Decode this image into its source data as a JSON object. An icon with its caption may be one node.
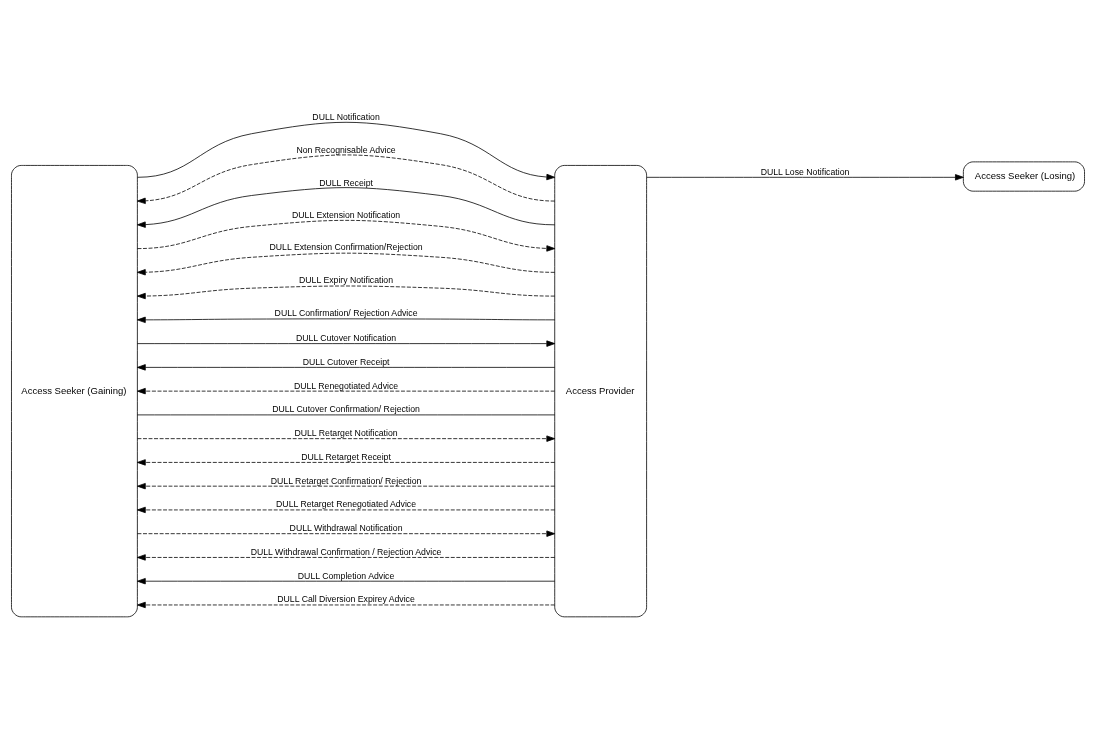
{
  "diagram": {
    "nodes": [
      {
        "text": [
          "Access Seeker (Gaining)"
        ]
      },
      {
        "text": [
          "Access Provider"
        ]
      },
      {
        "text": [
          "Access Seeker (Losing)"
        ]
      }
    ],
    "edges": [
      {
        "from": 0,
        "to": 1,
        "arrow": "to",
        "label": "DULL Notification"
      },
      {
        "from": 1,
        "to": 0,
        "arrow": "to",
        "label": "Non Recognisable Advice",
        "style": "dashed"
      },
      {
        "from": 1,
        "to": 0,
        "arrow": "to",
        "label": "DULL Receipt"
      },
      {
        "from": 0,
        "to": 1,
        "arrow": "to",
        "label": "DULL Extension Notification",
        "style": "dashed"
      },
      {
        "from": 1,
        "to": 0,
        "arrow": "to",
        "label": "DULL Extension Confirmation/Rejection",
        "style": "dashed"
      },
      {
        "from": 1,
        "to": 0,
        "arrow": "to",
        "label": "DULL Expiry Notification",
        "style": "dashed"
      },
      {
        "from": 1,
        "to": 0,
        "arrow": "to",
        "label": "DULL Confirmation/ Rejection Advice"
      },
      {
        "from": 0,
        "to": 1,
        "arrow": "to",
        "label": "DULL Cutover Notification"
      },
      {
        "from": 1,
        "to": 0,
        "arrow": "to",
        "label": "DULL Cutover Receipt"
      },
      {
        "from": 1,
        "to": 0,
        "arrow": "to",
        "label": "DULL Renegotiated Advice",
        "style": "dashed"
      },
      {
        "from": 0,
        "to": 1,
        "arrow": "none",
        "label": "DULL Cutover Confirmation/ Rejection"
      },
      {
        "from": 0,
        "to": 1,
        "arrow": "to",
        "label": "DULL Retarget Notification",
        "style": "dashed"
      },
      {
        "from": 1,
        "to": 0,
        "arrow": "to",
        "label": "DULL Retarget Receipt",
        "style": "dashed"
      },
      {
        "from": 1,
        "to": 0,
        "arrow": "to",
        "label": "DULL Retarget Confirmation/ Rejection",
        "style": "dashed"
      },
      {
        "from": 1,
        "to": 0,
        "arrow": "to",
        "label": "DULL Retarget Renegotiated Advice",
        "style": "dashed"
      },
      {
        "from": 0,
        "to": 1,
        "arrow": "to",
        "label": "DULL Withdrawal Notification",
        "style": "dashed"
      },
      {
        "from": 1,
        "to": 0,
        "arrow": "to",
        "label": "DULL Withdrawal Confirmation / Rejection Advice",
        "style": "dashed"
      },
      {
        "from": 1,
        "to": 0,
        "arrow": "to",
        "label": "DULL Completion Advice"
      },
      {
        "from": 1,
        "to": 0,
        "arrow": "to",
        "label": "DULL Call Diversion Expirey Advice",
        "style": "dashed"
      },
      {
        "from": 1,
        "to": 2,
        "arrow": "to",
        "label": "DULL Lose Notification"
      }
    ]
  }
}
